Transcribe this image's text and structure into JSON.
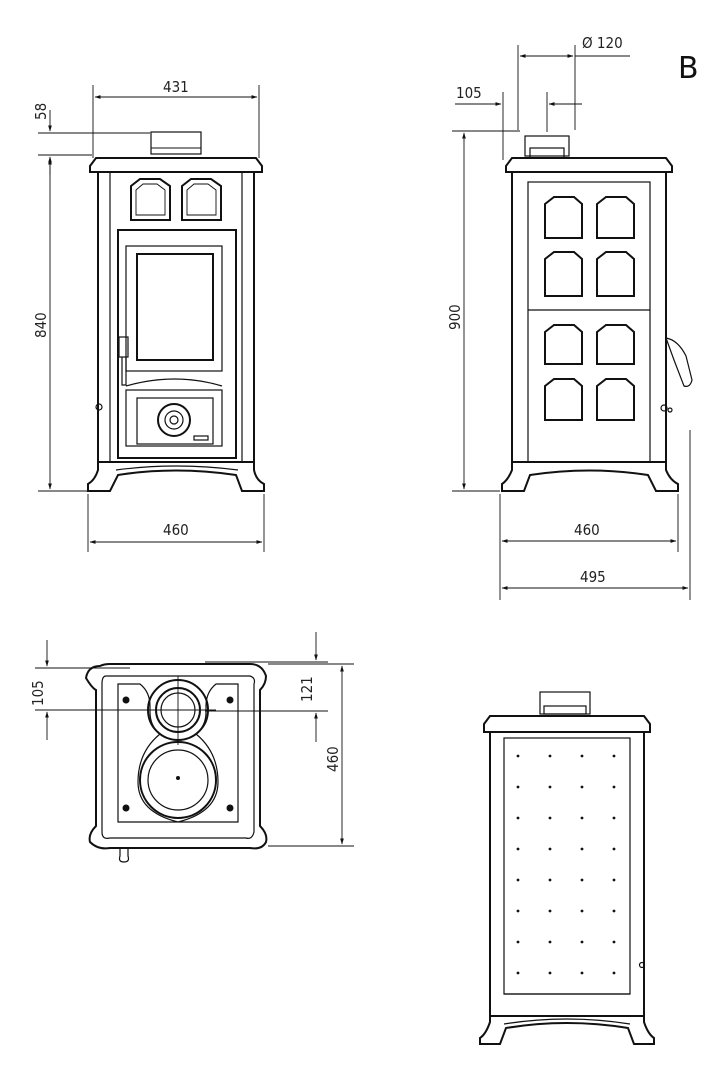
{
  "sheet_letter": "B",
  "front_view": {
    "top_width": "431",
    "flue_height": "58",
    "height": "840",
    "base_width": "460"
  },
  "side_view": {
    "flue_diameter": "Ø 120",
    "flue_offset": "105",
    "height": "900",
    "base_width": "460",
    "total_depth": "495"
  },
  "top_view": {
    "flue_offset_left": "105",
    "flue_offset_right": "121",
    "depth": "460"
  }
}
